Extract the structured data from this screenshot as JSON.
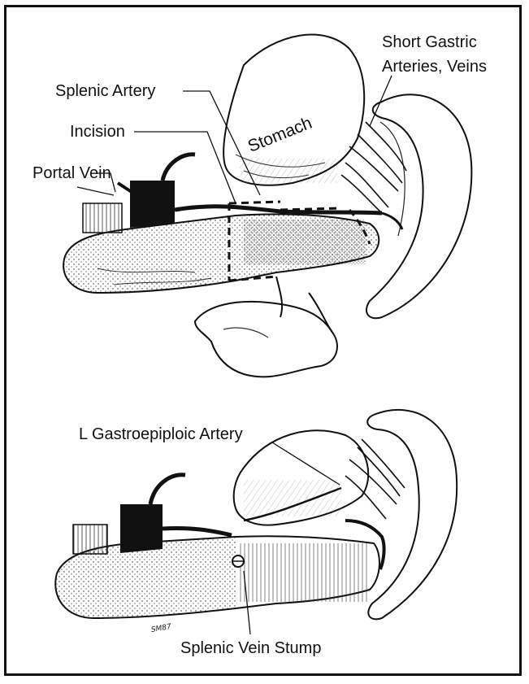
{
  "labels": {
    "short_gastric_line1": "Short Gastric",
    "short_gastric_line2": "Arteries, Veins",
    "splenic_artery": "Splenic Artery",
    "incision": "Incision",
    "stomach": "Stomach",
    "portal_vein": "Portal Vein",
    "l_gastroepiploic_artery": "L Gastroepiploic Artery",
    "splenic_vein_stump": "Splenic Vein Stump",
    "artist_signature": "SM87"
  },
  "colors": {
    "ink": "#111111",
    "paper": "#ffffff"
  }
}
